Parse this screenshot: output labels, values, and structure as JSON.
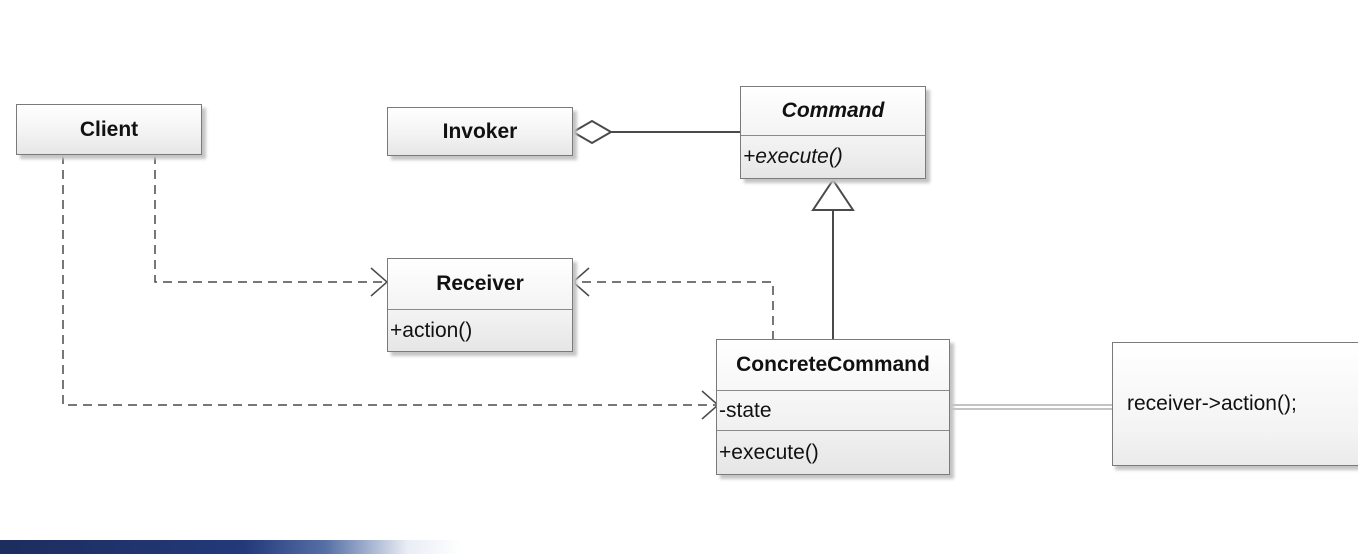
{
  "classes": {
    "client": {
      "name": "Client"
    },
    "invoker": {
      "name": "Invoker"
    },
    "command": {
      "name": "Command",
      "operations": [
        "+execute()"
      ]
    },
    "receiver": {
      "name": "Receiver",
      "operations": [
        "+action()"
      ]
    },
    "concrete_command": {
      "name": "ConcreteCommand",
      "attributes": [
        "-state"
      ],
      "operations": [
        "+execute()"
      ]
    }
  },
  "note": {
    "text": "receiver->action();"
  },
  "relationships": [
    {
      "from": "Invoker",
      "to": "Command",
      "type": "aggregation"
    },
    {
      "from": "ConcreteCommand",
      "to": "Command",
      "type": "generalization"
    },
    {
      "from": "Client",
      "to": "Receiver",
      "type": "dependency"
    },
    {
      "from": "Client",
      "to": "ConcreteCommand",
      "type": "dependency"
    },
    {
      "from": "ConcreteCommand",
      "to": "Receiver",
      "type": "dependency"
    },
    {
      "from": "ConcreteCommand",
      "to": "note",
      "type": "note-link"
    }
  ],
  "colors": {
    "line": "#4a4a4a",
    "border": "#7a7a7a",
    "band": "#23397a"
  }
}
